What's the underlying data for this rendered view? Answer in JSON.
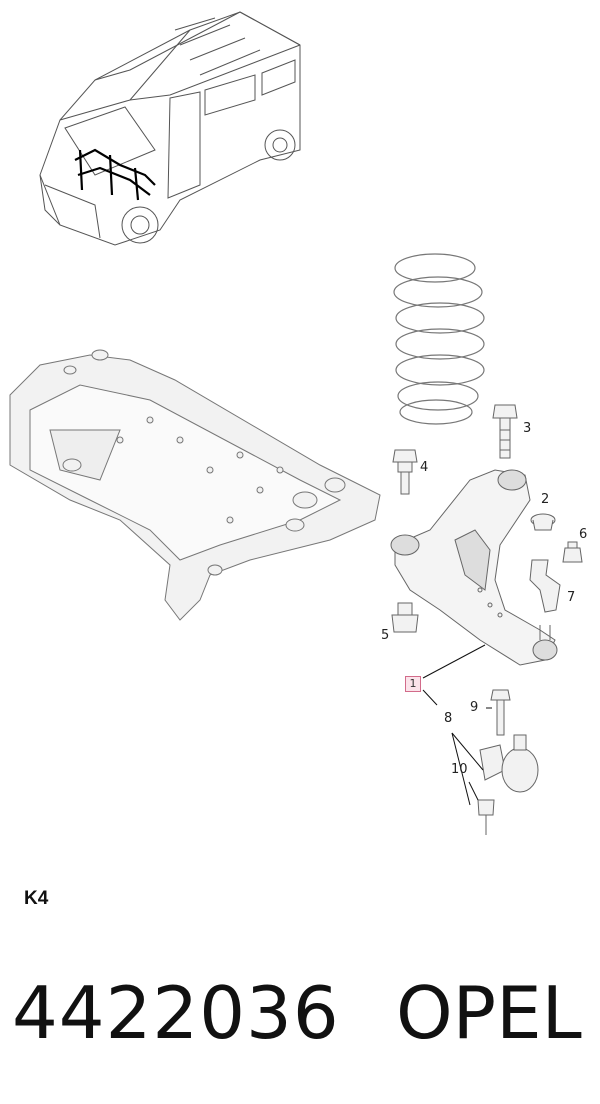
{
  "diagram": {
    "callouts": [
      "1",
      "2",
      "3",
      "4",
      "5",
      "6",
      "7",
      "8",
      "9",
      "10"
    ]
  },
  "footer": {
    "section_code": "K4",
    "part_number": "4422036",
    "brand": "OPEL"
  }
}
